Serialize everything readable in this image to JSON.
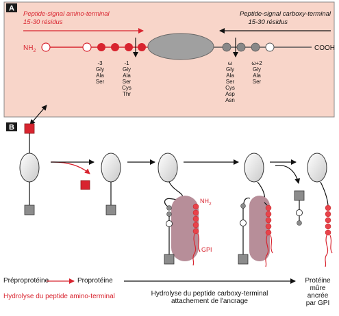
{
  "panel_a": {
    "letter": "A",
    "n_signal_title": "Peptide-signal amino-terminal",
    "n_signal_sub": "15-30 résidus",
    "c_signal_title": "Peptide-signal carboxy-terminal",
    "c_signal_sub": "15-30 résidus",
    "nh2": "NH",
    "nh2_sub": "2",
    "cooh": "COOH",
    "pos_minus3": "-3",
    "pos_minus3_residues": [
      "Gly",
      "Ala",
      "Ser"
    ],
    "pos_minus1": "-1",
    "pos_minus1_residues": [
      "Gly",
      "Ala",
      "Ser",
      "Cys",
      "Thr"
    ],
    "pos_omega": "ω",
    "pos_omega_residues": [
      "Gly",
      "Ala",
      "Ser",
      "Cys",
      "Asp",
      "Asn"
    ],
    "pos_omega2": "ω+2",
    "pos_omega2_residues": [
      "Gly",
      "Ala",
      "Ser"
    ]
  },
  "panel_b": {
    "letter": "B",
    "nh2": "NH",
    "nh2_sub": "2",
    "gpi": "GPI"
  },
  "bottom": {
    "preproprotein": "Préproprotéine",
    "proprotein": "Proprotéine",
    "n_hydrolysis": "Hydrolyse du peptide amino-terminal",
    "c_hydrolysis_1": "Hydrolyse du peptide carboxy-terminal",
    "c_hydrolysis_2": "attachement de l'ancrage",
    "mature_1": "Protéine",
    "mature_2": "mûre",
    "mature_3": "ancrée",
    "mature_4": "par GPI"
  },
  "colors": {
    "red": "#d8242f",
    "pink_panel": "#f8d5c9",
    "gray_ellipse": "#9c9c9c",
    "membrane": "#b78e99"
  }
}
